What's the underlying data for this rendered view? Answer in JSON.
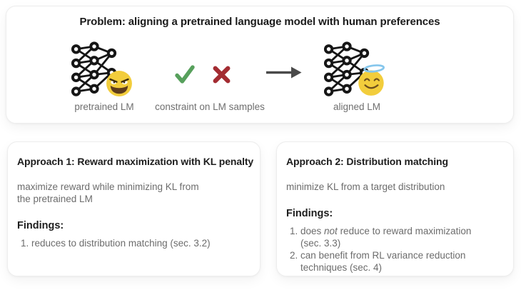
{
  "problem": {
    "title": "Problem: aligning a pretrained language model with human preferences",
    "pretrained_label": "pretrained LM",
    "constraint_label": "constraint on LM samples",
    "aligned_label": "aligned LM"
  },
  "approach1": {
    "title": "Approach 1: Reward maximization with KL penalty",
    "body": "maximize reward while minimizing KL from the pretrained LM",
    "findings_label": "Findings:",
    "items": [
      {
        "num": "1.",
        "pre": "reduces to distribution matching (sec. 3.2)"
      }
    ]
  },
  "approach2": {
    "title": "Approach 2: Distribution matching",
    "body": "minimize KL from a target distribution",
    "findings_label": "Findings:",
    "items": [
      {
        "num": "1.",
        "pre": "does ",
        "italic": "not",
        "post": " reduce to reward maximization (sec. 3.3)"
      },
      {
        "num": "2.",
        "pre": "can benefit from RL variance reduction techniques (sec. 4)"
      }
    ]
  },
  "icons": {
    "check": "green checkmark",
    "cross": "red cross",
    "arrow": "right arrow",
    "network": "neural-network graph",
    "pretrained_emoji": "evil grinning face",
    "aligned_emoji": "smiling face with halo"
  },
  "colors": {
    "check_green": "#57a05c",
    "cross_red": "#a32c32",
    "arrow_gray": "#4a4a4a",
    "emoji_yellow": "#f2cd3c",
    "emoji_feature_brown": "#5f3d1c",
    "halo_blue": "#85c6ec",
    "heading_dark": "#1d1d1d",
    "body_gray": "#6c6c6c"
  }
}
